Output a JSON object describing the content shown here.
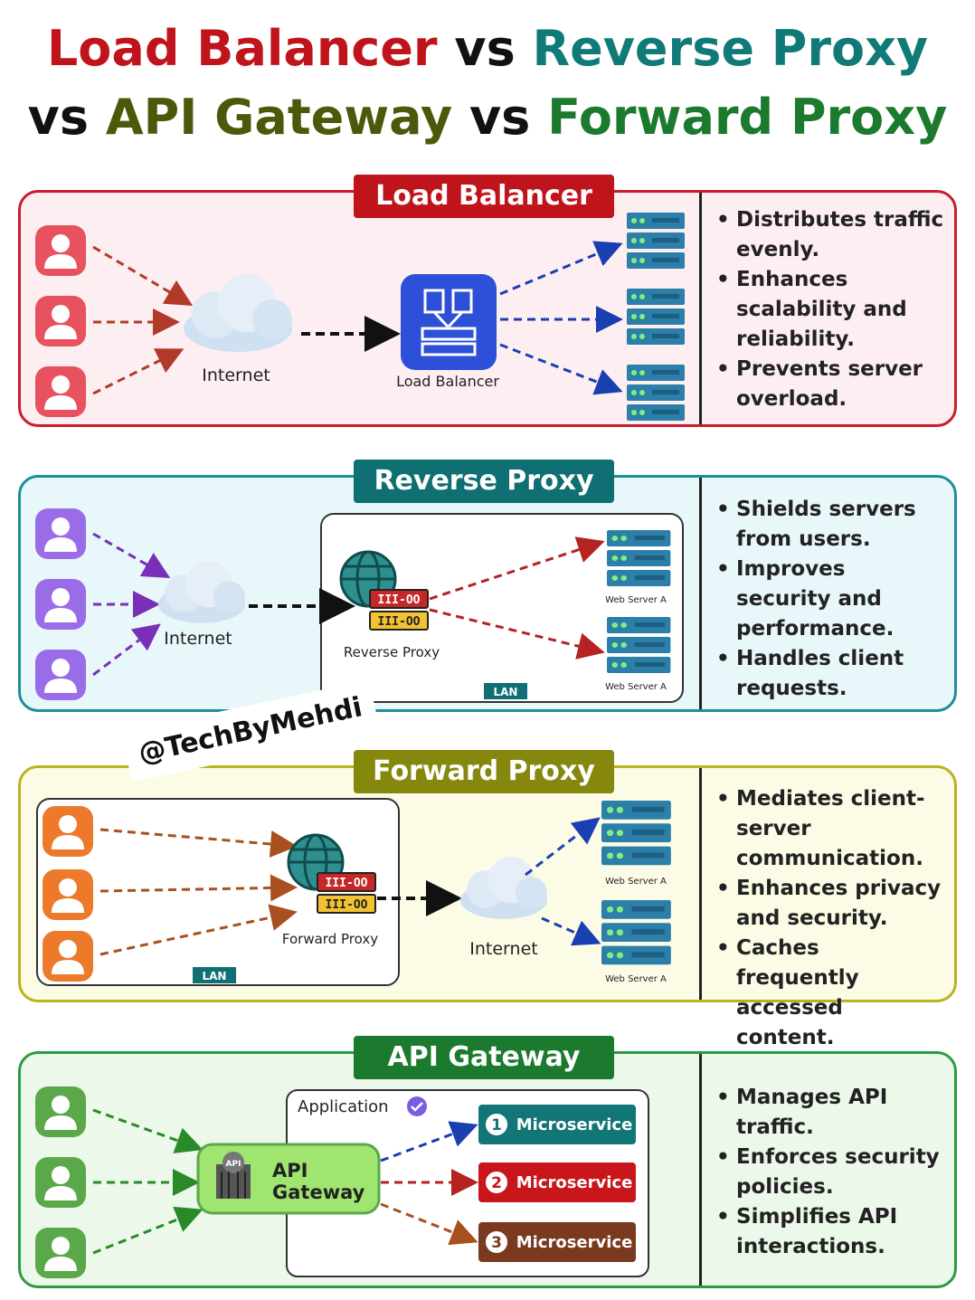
{
  "title": {
    "line1": {
      "a": "Load Balancer",
      "vs": "vs",
      "b": "Reverse Proxy"
    },
    "line2": {
      "vs1": "vs",
      "a": "API Gateway",
      "vs2": "vs",
      "b": "Forward Proxy"
    }
  },
  "watermark": "@TechByMehdi",
  "colors": {
    "red": "#c0141c",
    "teal": "#0f7a78",
    "olive": "#86880e",
    "green": "#1b7a2e",
    "apiDark": "#4a5a0a"
  },
  "load_balancer": {
    "label": "Load Balancer",
    "internet": "Internet",
    "node": "Load Balancer",
    "bullets": [
      "Distributes traffic evenly.",
      "Enhances scalability and reliability.",
      "Prevents server overload."
    ]
  },
  "reverse_proxy": {
    "label": "Reverse Proxy",
    "internet": "Internet",
    "node": "Reverse Proxy",
    "server1": "Web Server A",
    "server2": "Web Server A",
    "lan": "LAN",
    "bullets": [
      "Shields servers from users.",
      "Improves security and performance.",
      "Handles client requests."
    ]
  },
  "forward_proxy": {
    "label": "Forward Proxy",
    "internet": "Internet",
    "node": "Forward Proxy",
    "server1": "Web Server A",
    "server2": "Web Server A",
    "lan": "LAN",
    "bullets": [
      "Mediates client-server communication.",
      "Enhances privacy and security.",
      "Caches frequently accessed content."
    ]
  },
  "api_gateway": {
    "label": "API Gateway",
    "application": "Application",
    "gateway_line1": "API",
    "gateway_line2": "Gateway",
    "icon_text": "API",
    "services": [
      {
        "num": "1",
        "name": "Microservice"
      },
      {
        "num": "2",
        "name": "Microservice"
      },
      {
        "num": "3",
        "name": "Microservice"
      }
    ],
    "bullets": [
      "Manages API traffic.",
      "Enforces security policies.",
      "Simplifies API interactions."
    ]
  }
}
